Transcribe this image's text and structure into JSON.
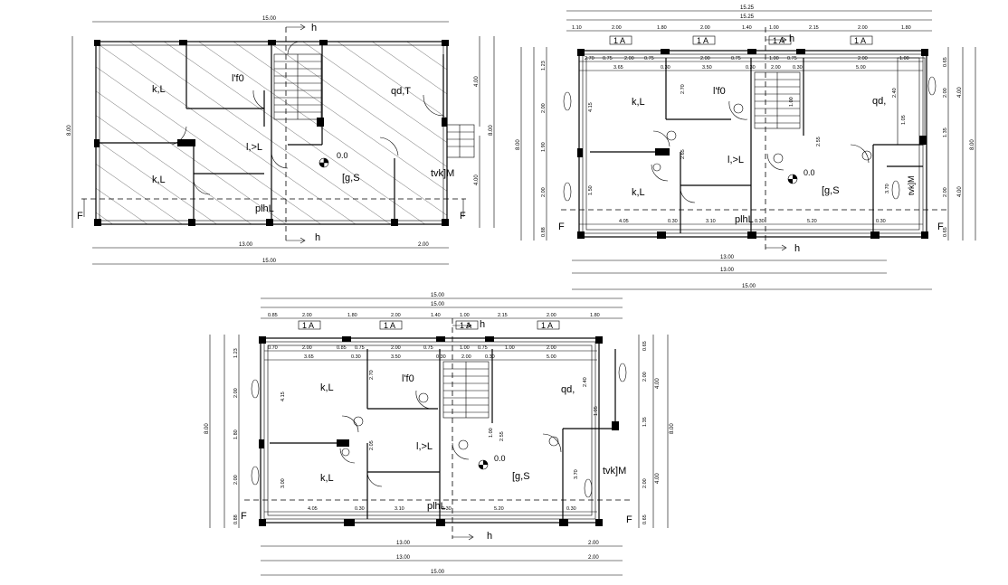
{
  "plan_a": {
    "rooms": {
      "bed_top": "k,L",
      "kitchen": "l'f0",
      "living": "qd,T",
      "lobby": "l,>L",
      "level": "0.0",
      "garage": "[g,S",
      "bed_bottom": "k,L",
      "toilet": "tvk]M",
      "porch": "plhL"
    },
    "markers": {
      "section": "F",
      "stair_mark": "h"
    },
    "dims": {
      "top_total": "15.00",
      "bottom_a": "13.00",
      "bottom_b": "2.00",
      "bottom_total": "15.00",
      "left": "8.00",
      "right_outer": "8.00",
      "right_a": "4.00",
      "right_b": "4.00"
    }
  },
  "plan_b": {
    "rooms": {
      "bed_top": "k,L",
      "kitchen": "l'f0",
      "living": "qd,",
      "lobby": "l,>L",
      "level": "0.0",
      "garage": "[g,S",
      "bed_bottom": "k,L",
      "toilet": "tvk]M",
      "porch": "plhL"
    },
    "markers": {
      "section": "F",
      "stair_mark": "h",
      "window": "1 A"
    },
    "dims": {
      "top_total_1": "15.25",
      "top_total_2": "15.25",
      "top_chain": [
        "1.10",
        "2.00",
        "1.80",
        "2.00",
        "1.40",
        "1.00",
        "2.15",
        "2.00",
        "1.80"
      ],
      "inner_top": [
        "2.70",
        "0.75",
        "2.00",
        "0.75",
        "2.00",
        "0.75",
        "1.00",
        "0.75",
        "2.00",
        "1.00"
      ],
      "inner_row2": [
        "3.65",
        "0.30",
        "3.50",
        "0.30",
        "2.00",
        "0.30",
        "5.00"
      ],
      "bottom_inner": [
        "4.05",
        "0.30",
        "3.10",
        "0.30",
        "5.20",
        "0.30"
      ],
      "bottom_a": "13.00",
      "bottom_b": "13.00",
      "bottom_total": "15.00",
      "left": [
        "1.23",
        "2.00",
        "1.90",
        "2.00",
        "0.88"
      ],
      "left_total": "8.00",
      "right": [
        "0.65",
        "2.00",
        "1.35",
        "2.00",
        "0.65"
      ],
      "right_a": "4.00",
      "right_b": "4.00",
      "right_total": "8.00",
      "misc": [
        "4.15",
        "2.70",
        "2.65",
        "2.55",
        "1.05",
        "2.40",
        "1.50",
        "1.00",
        "3.70"
      ]
    }
  },
  "plan_c": {
    "rooms": {
      "bed_top": "k,L",
      "kitchen": "l'f0",
      "living": "qd,",
      "lobby": "l,>L",
      "level": "0.0",
      "garage": "[g,S",
      "bed_bottom": "k,L",
      "toilet": "tvk]M",
      "porch": "plhL"
    },
    "markers": {
      "section": "F",
      "stair_mark": "h",
      "window": "1 A"
    },
    "dims": {
      "top_total_1": "15.00",
      "top_total_2": "15.00",
      "top_chain": [
        "0.85",
        "2.00",
        "1.80",
        "2.00",
        "1.40",
        "1.00",
        "2.15",
        "2.00",
        "1.80"
      ],
      "inner_top": [
        "0.70",
        "2.00",
        "0.85",
        "0.75",
        "2.00",
        "0.75",
        "1.00",
        "0.75",
        "1.00",
        "2.00"
      ],
      "inner_row2": [
        "3.65",
        "0.30",
        "3.50",
        "0.30",
        "2.00",
        "0.30",
        "5.00"
      ],
      "bottom_inner": [
        "4.05",
        "0.30",
        "3.10",
        "0.30",
        "5.20",
        "0.30"
      ],
      "bottom_a": "13.00",
      "bottom_a2": "2.00",
      "bottom_b": "13.00",
      "bottom_b2": "2.00",
      "bottom_total": "15.00",
      "left": [
        "1.23",
        "2.00",
        "1.80",
        "2.00",
        "0.88"
      ],
      "left_total": "8.00",
      "right": [
        "0.65",
        "2.00",
        "1.35",
        "2.00",
        "0.65"
      ],
      "right_a": "4.00",
      "right_b": "4.00",
      "right_total": "8.00",
      "misc": [
        "4.15",
        "2.70",
        "2.05",
        "2.55",
        "1.05",
        "2.40",
        "1.00",
        "3.70",
        "3.00"
      ]
    }
  }
}
